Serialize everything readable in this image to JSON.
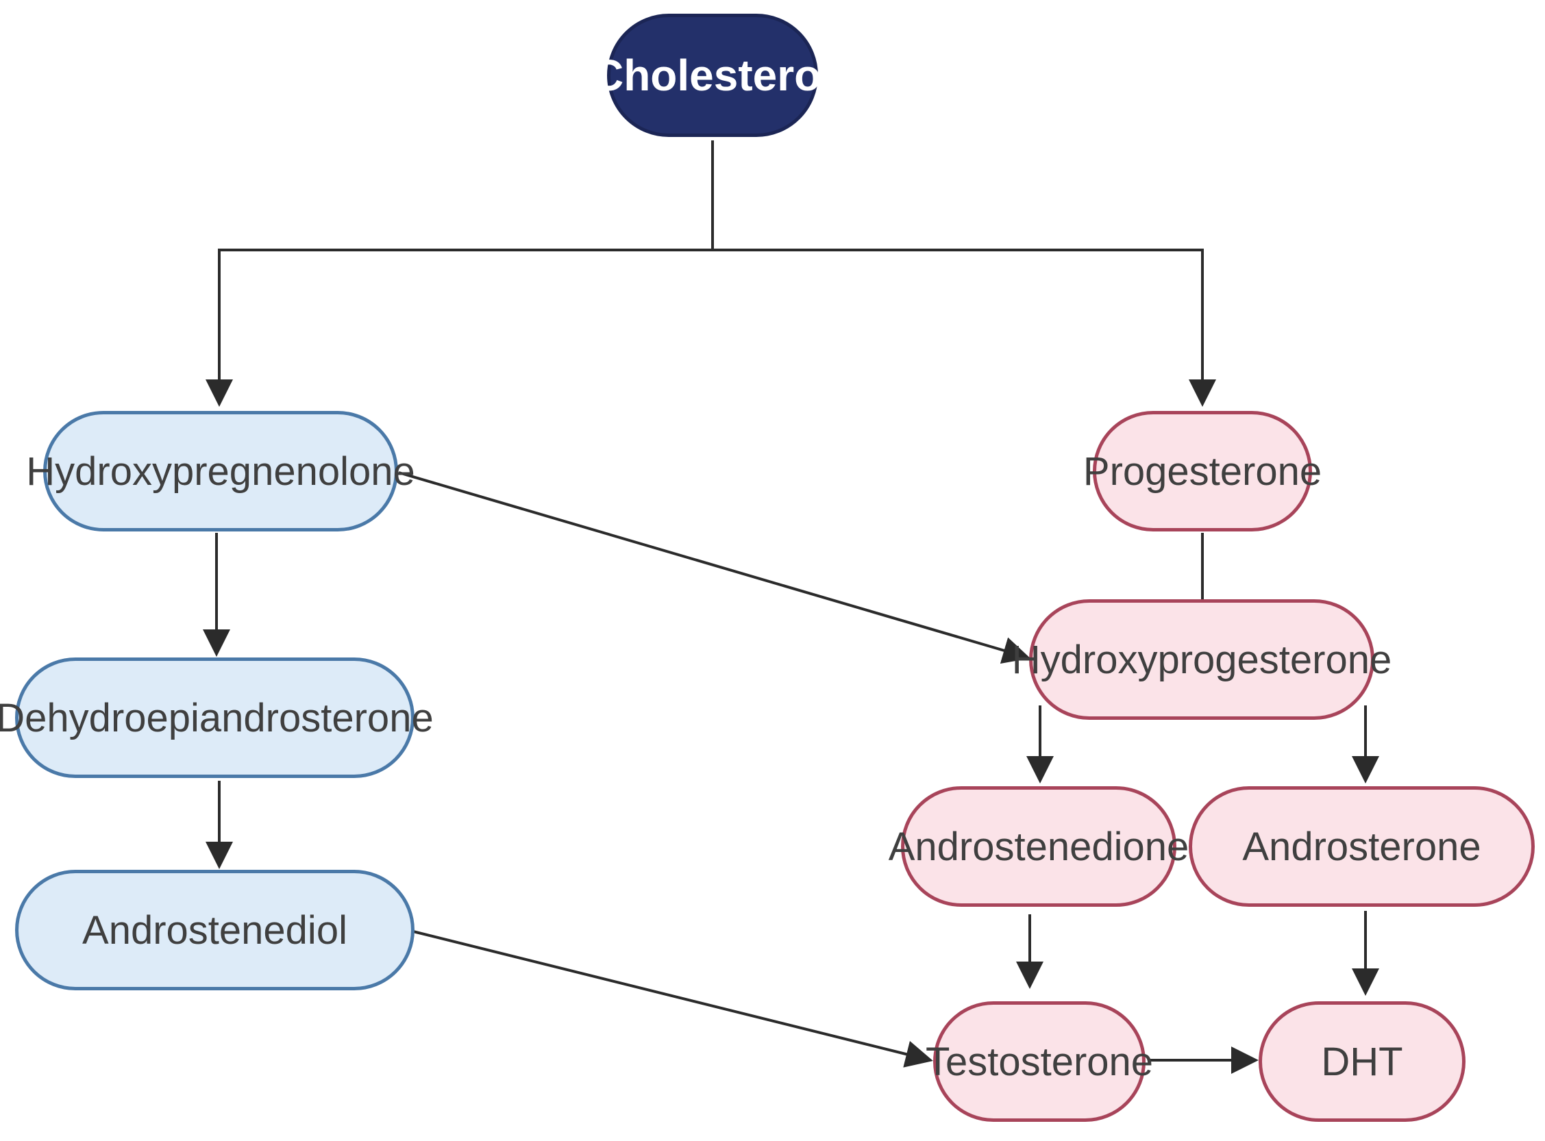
{
  "nodes": {
    "cholesterol": "Cholesterol",
    "hydroxypregnenolone": "Hydroxypregnenolone",
    "dehydroepiandrosterone": "Dehydroepiandrosterone",
    "androstenediol": "Androstenediol",
    "progesterone": "Progesterone",
    "hydroxyprogesterone": "Hydroxyprogesterone",
    "androstenedione": "Androstenedione",
    "androsterone": "Androsterone",
    "testosterone": "Testosterone",
    "dht": "DHT"
  },
  "colors": {
    "root_fill": "#23306a",
    "blue_fill": "#ddebf8",
    "blue_border": "#4a79a8",
    "pink_fill": "#fbe3e8",
    "pink_border": "#a8445a",
    "connector": "#2b2b2b"
  },
  "edges": [
    {
      "from": "cholesterol",
      "to": "hydroxypregnenolone"
    },
    {
      "from": "cholesterol",
      "to": "progesterone"
    },
    {
      "from": "hydroxypregnenolone",
      "to": "dehydroepiandrosterone"
    },
    {
      "from": "hydroxypregnenolone",
      "to": "hydroxyprogesterone"
    },
    {
      "from": "dehydroepiandrosterone",
      "to": "androstenediol"
    },
    {
      "from": "androstenediol",
      "to": "testosterone"
    },
    {
      "from": "progesterone",
      "to": "hydroxyprogesterone"
    },
    {
      "from": "hydroxyprogesterone",
      "to": "androstenedione"
    },
    {
      "from": "hydroxyprogesterone",
      "to": "androsterone"
    },
    {
      "from": "androstenedione",
      "to": "testosterone"
    },
    {
      "from": "androsterone",
      "to": "dht"
    },
    {
      "from": "testosterone",
      "to": "dht"
    }
  ]
}
